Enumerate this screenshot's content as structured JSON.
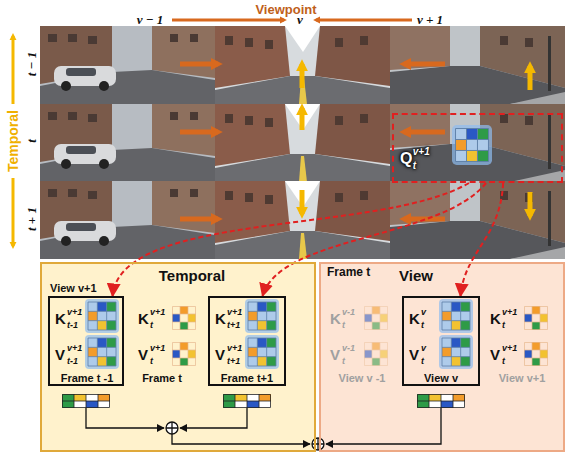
{
  "diagram": {
    "nodes": [
      {
        "text": [
          "Q",
          "v+1",
          "t"
        ]
      },
      {
        "text": [
          "Temporal"
        ]
      },
      {
        "text": [
          "K",
          "v+1",
          "t-1",
          "V",
          "v+1",
          "t-1",
          "Frame t -1"
        ],
        "in": 1
      },
      {
        "text": [
          "K",
          "v+1",
          "t+1",
          "V",
          "v+1",
          "t+1",
          "Frame t+1"
        ],
        "in": 1
      },
      {
        "text": [
          "View"
        ]
      },
      {
        "text": [
          "K",
          "v",
          "t",
          "V",
          "v",
          "t",
          "View v"
        ],
        "in": 4
      }
    ],
    "edges": [
      {
        "from": 0,
        "to": 2,
        "arrow": "to"
      },
      {
        "from": 0,
        "to": 3,
        "arrow": "to"
      },
      {
        "from": 0,
        "to": 5,
        "arrow": "to"
      }
    ],
    "labels": [
      "Viewpoint",
      "v − 1",
      "v",
      "v + 1",
      "Temporal",
      "t − 1",
      "t",
      "t + 1",
      "View v+1",
      "K",
      "v+1",
      "t",
      "V",
      "v+1",
      "t",
      "Frame t",
      "Frame t",
      "K",
      "v-1",
      "t",
      "V",
      "v-1",
      "t",
      "View v -1",
      "K",
      "v+1",
      "t",
      "V",
      "v+1",
      "t",
      "View v+1"
    ]
  }
}
